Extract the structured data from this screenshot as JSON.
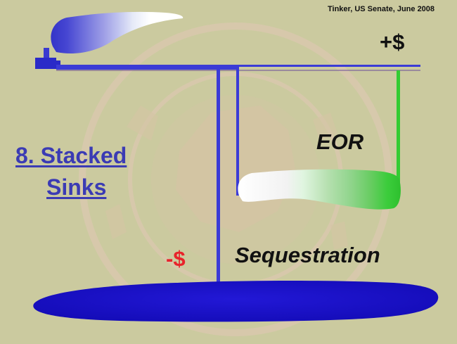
{
  "slide": {
    "attribution": "Tinker, US Senate, June 2008",
    "title_line1": "8. Stacked",
    "title_line2": "Sinks",
    "revenue_label": "+$",
    "cost_label": "-$",
    "eor_label": "EOR",
    "sequestration_label": "Sequestration"
  },
  "colors": {
    "background": "#cbca9f",
    "seal_watermark": "#dfc3b1",
    "pipe": "#3b3bd6",
    "eor_pipe": "#33cc33",
    "reservoir": "#1a12c8",
    "title": "#3b3bb4",
    "cost": "#e8232b"
  },
  "icons": {
    "source": "smokestack-icon",
    "watermark": "economic-seal-icon"
  }
}
